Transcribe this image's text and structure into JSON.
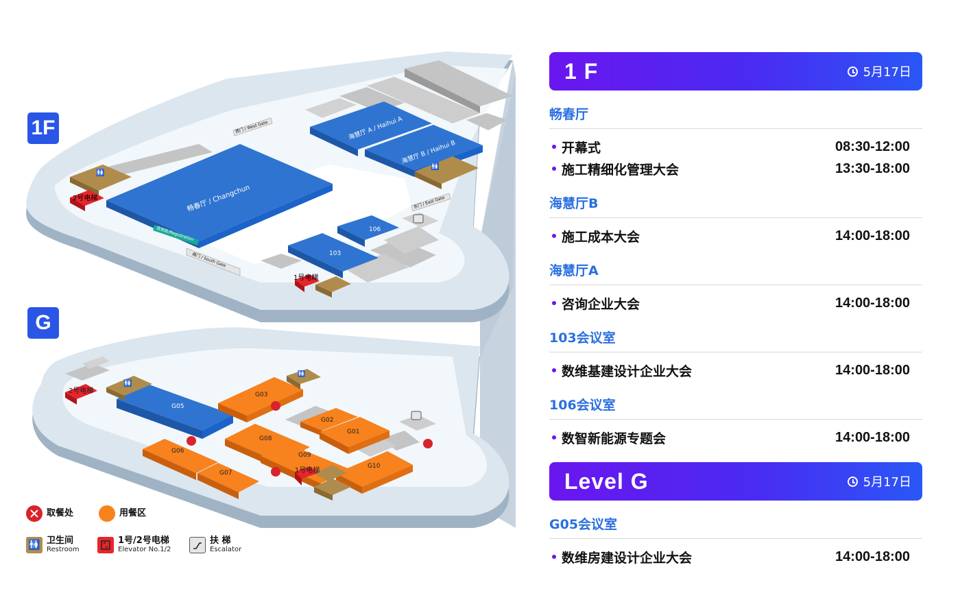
{
  "floors": {
    "first": {
      "badge": "1F",
      "rooms": {
        "changchun": "畅春厅 / Changchun",
        "haihui_a": "海慧厅 A / Haihui A",
        "haihui_b": "海慧厅 B / Haihui B",
        "r103": "103",
        "r106": "106"
      },
      "gates": {
        "west": "西门 / West Gate",
        "east": "东门 / East Gate",
        "south": "南门 / South Gate"
      },
      "registration": "签到处/Registration",
      "elevator1": "1号电梯",
      "elevator2": "2号电梯"
    },
    "ground": {
      "badge": "G",
      "rooms": {
        "g05": "G05",
        "g03": "G03",
        "g02": "G02",
        "g01": "G01",
        "g08": "G08",
        "g09": "G09",
        "g06": "G06",
        "g07": "G07",
        "g10": "G10"
      },
      "elevator1": "1号电梯",
      "elevator2": "2号电梯"
    }
  },
  "legend": {
    "pickup": "取餐处",
    "dining": "用餐区",
    "restroom_cn": "卫生间",
    "restroom_en": "Restroom",
    "elevator_cn": "1号/2号电梯",
    "elevator_en": "Elevator No.1/2",
    "escalator_cn": "扶 梯",
    "escalator_en": "Escalator"
  },
  "colors": {
    "hall_blue": "#2f74d0",
    "dining_orange": "#f7821e",
    "restroom_tan": "#b08c4c",
    "elevator_red": "#e8242c",
    "header_purple": "#6a16ef",
    "header_blue": "#2a57f6",
    "hall_title_blue": "#2a6fe0"
  },
  "schedule": {
    "day1": {
      "title": "1 F",
      "date": "5月17日",
      "halls": [
        {
          "name": "畅春厅",
          "events": [
            {
              "name": "开幕式",
              "time": "08:30-12:00"
            },
            {
              "name": "施工精细化管理大会",
              "time": "13:30-18:00"
            }
          ]
        },
        {
          "name": "海慧厅B",
          "events": [
            {
              "name": "施工成本大会",
              "time": "14:00-18:00"
            }
          ]
        },
        {
          "name": "海慧厅A",
          "events": [
            {
              "name": "咨询企业大会",
              "time": "14:00-18:00"
            }
          ]
        },
        {
          "name": "103会议室",
          "events": [
            {
              "name": "数维基建设计企业大会",
              "time": "14:00-18:00"
            }
          ]
        },
        {
          "name": "106会议室",
          "events": [
            {
              "name": "数智新能源专题会",
              "time": "14:00-18:00"
            }
          ]
        }
      ]
    },
    "day2": {
      "title": "Level G",
      "date": "5月17日",
      "halls": [
        {
          "name": "G05会议室",
          "events": [
            {
              "name": "数维房建设计企业大会",
              "time": "14:00-18:00"
            }
          ]
        }
      ]
    }
  }
}
